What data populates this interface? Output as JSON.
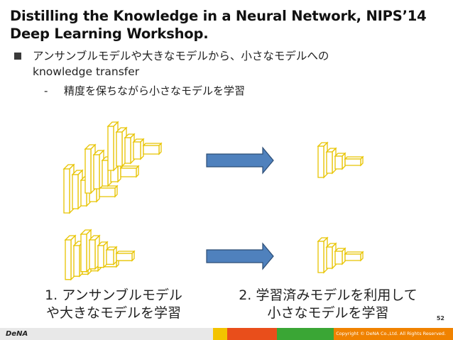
{
  "slide": {
    "title_line1": "Distilling the Knowledge in a Neural Network, NIPS’14",
    "title_line2": "Deep Learning Workshop.",
    "bullet_line1": "アンサンブルモデルや大きなモデルから、小さなモデルへの",
    "bullet_line2": "knowledge transfer",
    "sub_dash": "-",
    "sub_text": "精度を保ちながら小さなモデルを学習",
    "caption_left_line1": "1. アンサンブルモデル",
    "caption_left_line2": "や大きなモデルを学習",
    "caption_right_line1": "2. 学習済みモデルを利用して",
    "caption_right_line2": "小さなモデルを学習",
    "page_number": "52"
  },
  "footer": {
    "logo_text": "DeNA",
    "copyright": "Copyright © DeNA Co.,Ltd. All Rights Reserved.",
    "bar_colors": [
      "#e8e8e8",
      "#f3c300",
      "#e94e1b",
      "#3aa635",
      "#f08200"
    ]
  },
  "colors": {
    "network_stroke": "#e8c400",
    "arrow_fill": "#4f81bd",
    "arrow_stroke": "#2c4d75"
  },
  "icons": {
    "bullet": "square-bullet-icon",
    "arrow": "right-arrow-icon",
    "network": "neural-network-diagram-icon"
  }
}
